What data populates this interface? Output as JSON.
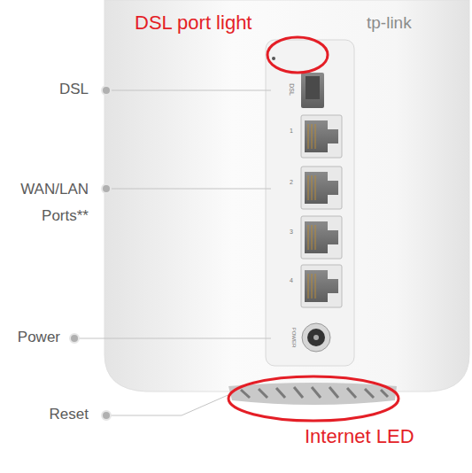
{
  "diagram": {
    "labels": [
      "DSL port light",
      "tp-link",
      "DSL",
      "DSL",
      "1",
      "WAN/LAN Ports**",
      "2",
      "3",
      "4",
      "Power",
      "POWER",
      "Reset",
      "Internet LED"
    ]
  }
}
